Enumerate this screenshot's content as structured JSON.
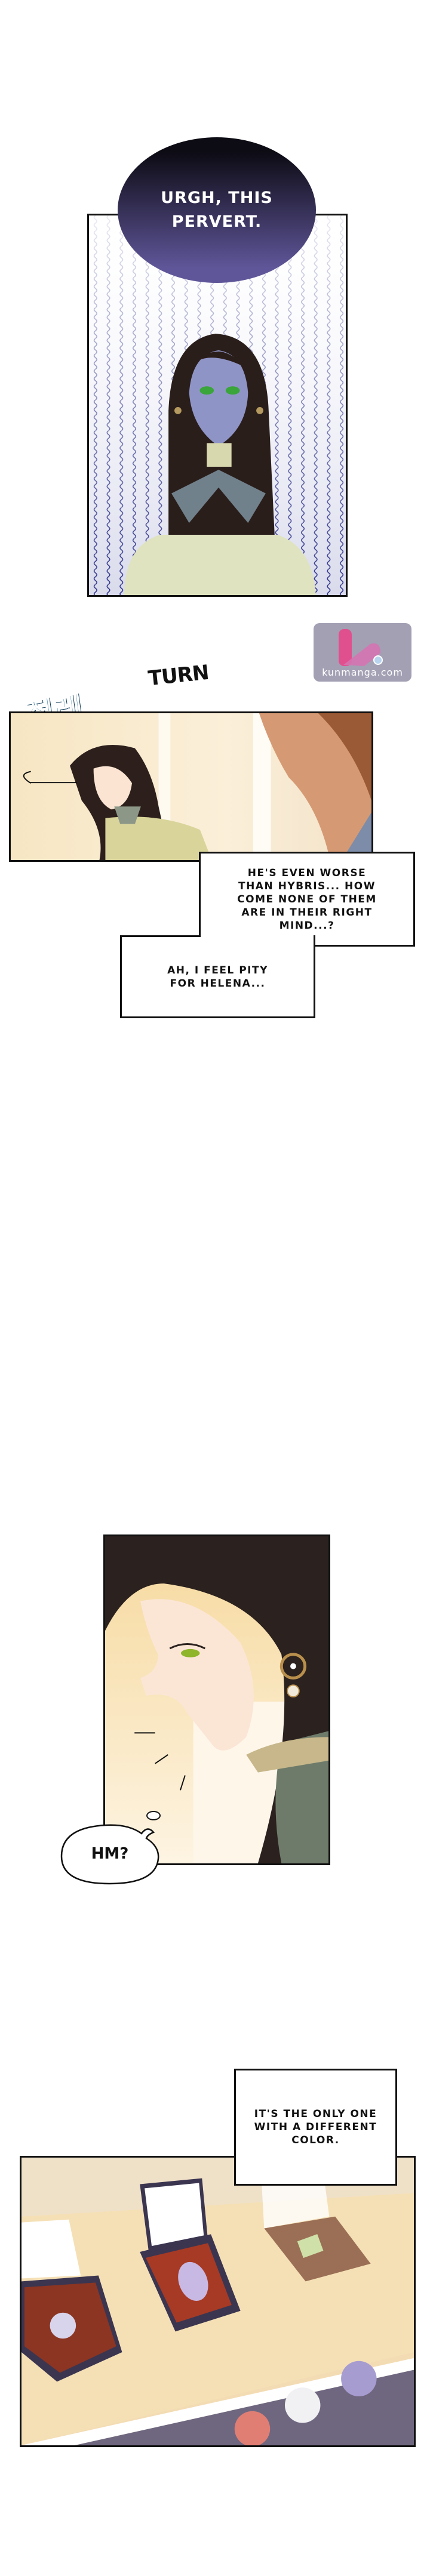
{
  "panel1": {
    "speech": "URGH, THIS\nPERVERT.",
    "bubble_colors": {
      "top": "#0d0b14",
      "bottom": "#5f5699"
    }
  },
  "watermark": {
    "text": "kunmanga.com",
    "bg": "#a3a0b4",
    "accent": "#e0508f"
  },
  "sfx": {
    "turn": "TURN",
    "korean": "절레"
  },
  "panel2": {
    "caption1": "HE'S EVEN WORSE\nTHAN HYBRIS... HOW\nCOME NONE OF THEM\nARE IN THEIR RIGHT\nMIND...?",
    "caption2": "AH, I FEEL PITY\nFOR HELENA..."
  },
  "panel3": {
    "thought": "HM?"
  },
  "panel4": {
    "caption": "IT'S THE ONLY ONE\nWITH A DIFFERENT\nCOLOR."
  }
}
